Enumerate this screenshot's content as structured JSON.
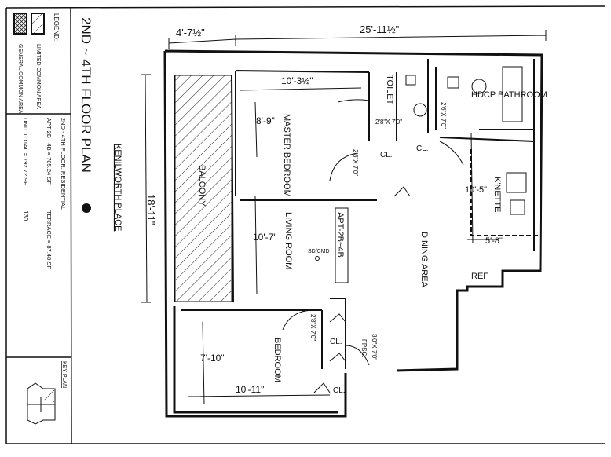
{
  "legend": {
    "title": "LEGEND:",
    "items": [
      "LIMITED COMMON AREA",
      "GENERAL COMMON AREA"
    ]
  },
  "sheet": {
    "title": "2ND ~ 4TH FLOOR PLAN",
    "project": "KENILWORTH PLACE",
    "area_heading": "2ND - 4TH FLOOR: RESIDENTIAL",
    "apt_area": "APT-2B - 4B = 705.24 SF",
    "terrace_area": "TERRACE = 87.48 SF",
    "unit_total": "UNIT TOTAL = 792.72 SF",
    "unit_number": "130",
    "key_plan": "KEY PLAN"
  },
  "dimensions": {
    "top_left": "4'-7½\"",
    "top_right": "25'-11½\"",
    "master_width": "10'-3½\"",
    "master_depth": "8'-9\"",
    "balcony_length": "18'-11\"",
    "living_depth": "10'-7\"",
    "bedroom_depth": "7'-10\"",
    "bedroom_width": "10'-11\"",
    "kitchen_length": "10'-5\"",
    "kitchen_width": "5'-8\""
  },
  "rooms": {
    "master_bedroom": "MASTER BEDROOM",
    "toilet": "TOILET",
    "hdcp_bathroom": "HDCP BATHROOM",
    "balcony": "BALCONY",
    "living_room": "LIVING ROOM",
    "apartment": "APT-2B~4B",
    "dining_area": "DINING AREA",
    "kitchenette": "K'NETTE",
    "ref": "REF",
    "bedroom": "BEDROOM",
    "closet": "CL.",
    "smoke_detector": "SD/CMD"
  },
  "doors": {
    "d1": "2'8\"X 7'0\"",
    "d2": "2'6\"X 7'0\"",
    "d3": "2'8\"X 7'0\"",
    "d4": "2'8\"X 7'0\"",
    "d5": "3'0\"X 7'0\"",
    "fpsc": "FPSC."
  }
}
